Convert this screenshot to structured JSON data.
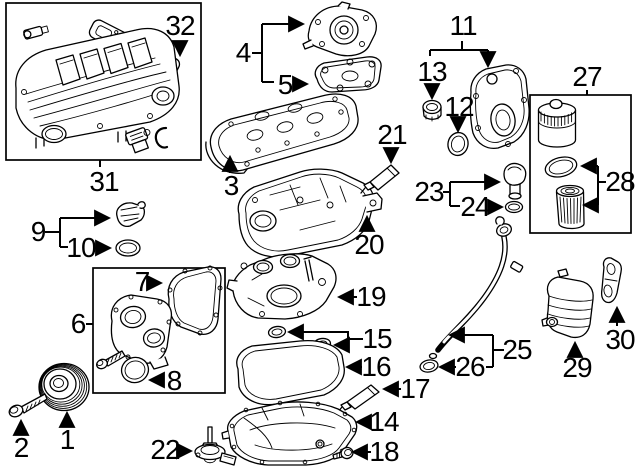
{
  "colors": {
    "background": "#ffffff",
    "line": "#000000",
    "label_text": "#000000"
  },
  "callouts": {
    "c1": "1",
    "c2": "2",
    "c3": "3",
    "c4": "4",
    "c5": "5",
    "c6": "6",
    "c7": "7",
    "c8": "8",
    "c9": "9",
    "c10": "10",
    "c11": "11",
    "c12": "12",
    "c13": "13",
    "c14": "14",
    "c15": "15",
    "c16": "16",
    "c17": "17",
    "c18": "18",
    "c19": "19",
    "c20": "20",
    "c21": "21",
    "c22": "22",
    "c23": "23",
    "c24": "24",
    "c25": "25",
    "c26": "26",
    "c27": "27",
    "c28": "28",
    "c29": "29",
    "c30": "30",
    "c31": "31",
    "c32": "32"
  }
}
